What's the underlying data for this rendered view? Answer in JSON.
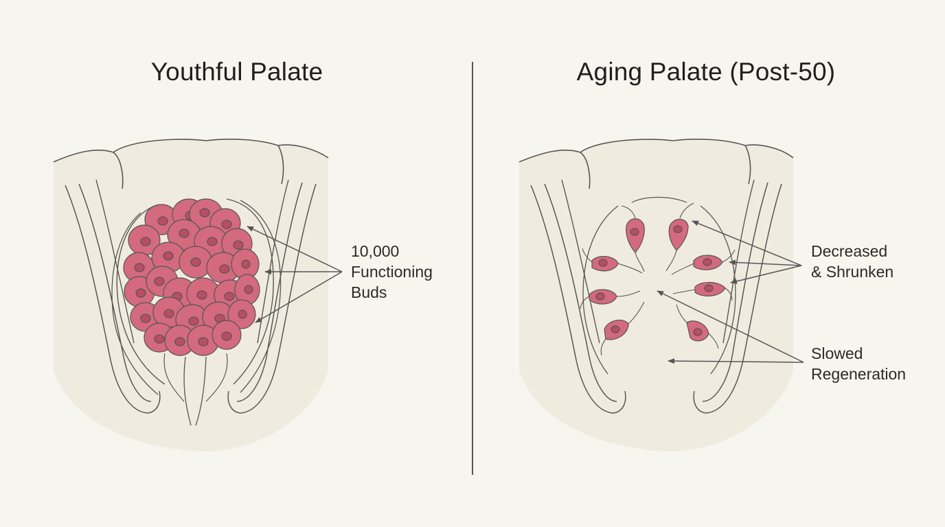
{
  "panels": {
    "left": {
      "title": "Youthful Palate",
      "label_lines": [
        "10,000",
        "Functioning",
        "Buds"
      ]
    },
    "right": {
      "title": "Aging Palate (Post-50)",
      "label_decreased_lines": [
        "Decreased",
        "& Shrunken"
      ],
      "label_slowed_lines": [
        "Slowed",
        "Regeneration"
      ]
    }
  },
  "colors": {
    "background": "#f6f5ee",
    "tissue": "#efecdf",
    "line": "#555555",
    "cell_fill": "#d46a7e",
    "cell_nucleus": "#b84e63"
  }
}
